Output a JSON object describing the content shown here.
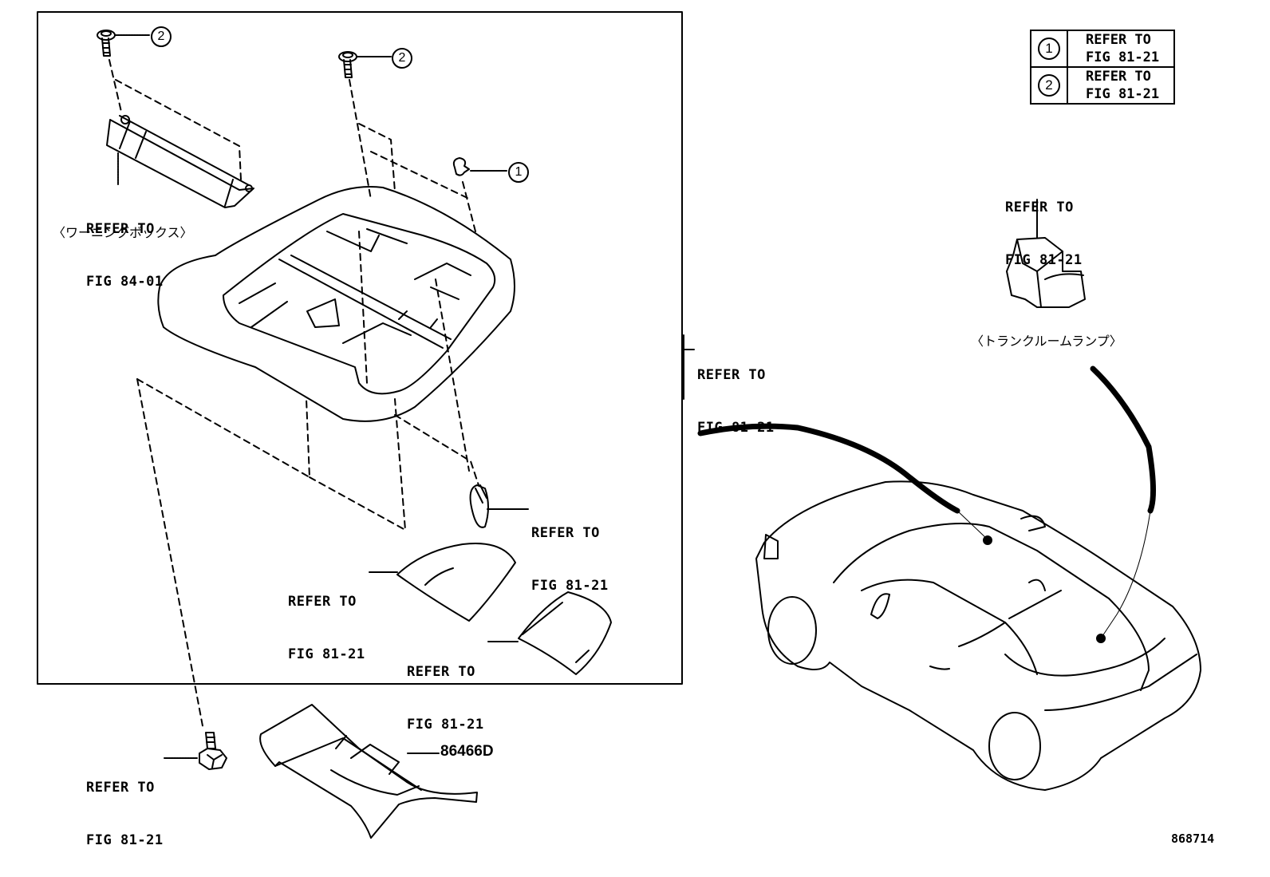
{
  "diagram": {
    "figure_number": "868714",
    "legend": [
      {
        "ref": "1",
        "line1": "REFER TO",
        "line2": "FIG 81-21"
      },
      {
        "ref": "2",
        "line1": "REFER TO",
        "line2": "FIG 81-21"
      }
    ],
    "callouts": {
      "screw_left": "2",
      "screw_center": "2",
      "clip": "1"
    },
    "labels": {
      "warning_box": {
        "line1": "REFER TO",
        "line2": "FIG 84-01",
        "jp": "〈ワーニングボックス〉"
      },
      "trunk_lamp": {
        "line1": "REFER TO",
        "line2": "FIG 81-21",
        "jp": "〈トランクルームランプ〉"
      },
      "console_assembly": {
        "line1": "REFER TO",
        "line2": "FIG 81-21"
      },
      "bulb": {
        "line1": "REFER TO",
        "line2": "FIG 81-21"
      },
      "lens_1": {
        "line1": "REFER TO",
        "line2": "FIG 81-21"
      },
      "lens_2": {
        "line1": "REFER TO",
        "line2": "FIG 81-21"
      },
      "bolt": {
        "line1": "REFER TO",
        "line2": "FIG 81-21"
      }
    },
    "part_number": "86466D"
  }
}
